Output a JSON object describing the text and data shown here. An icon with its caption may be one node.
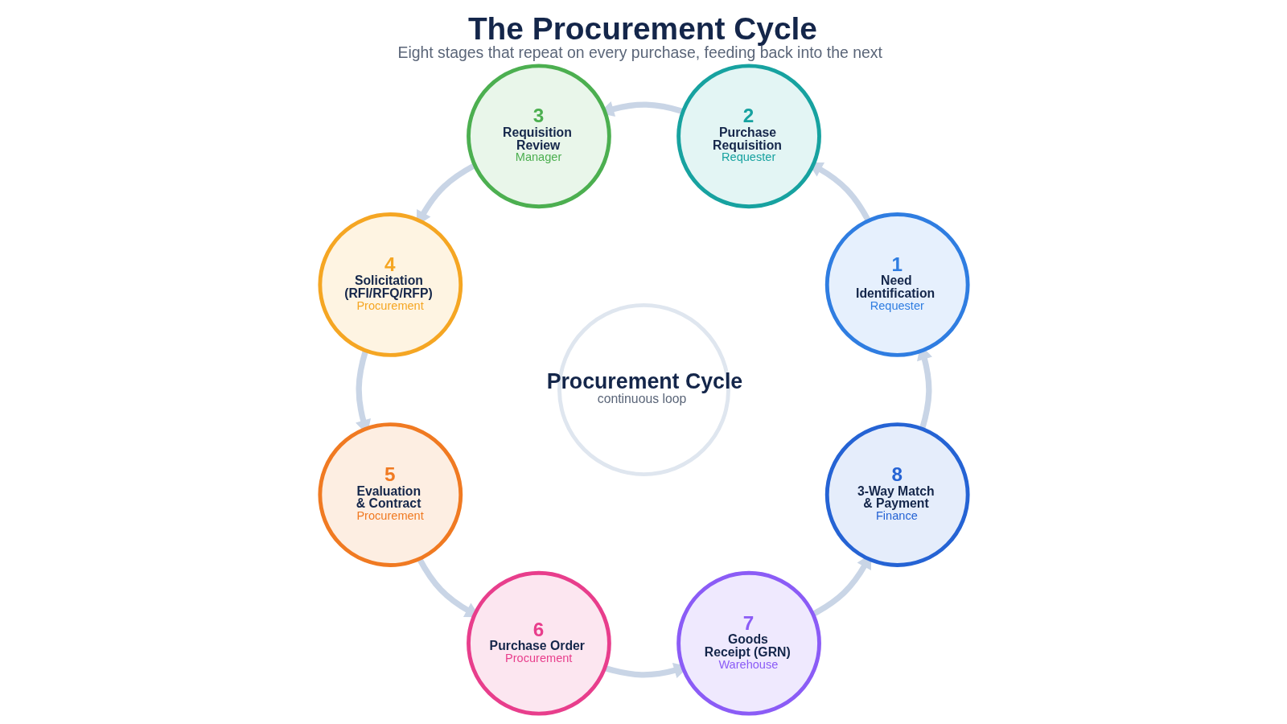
{
  "diagram": {
    "title": "The Procurement Cycle",
    "caption": "Eight stages that repeat on every purchase, feeding back into the next",
    "nodes": [
      {
        "text": [
          "1",
          "Need Identification",
          "Requester"
        ]
      },
      {
        "text": [
          "2",
          "Purchase Requisition",
          "Requester"
        ]
      },
      {
        "text": [
          "3",
          "Requisition Review",
          "Manager"
        ]
      },
      {
        "text": [
          "4",
          "Solicitation (RFI/RFQ/RFP)",
          "Procurement"
        ]
      },
      {
        "text": [
          "5",
          "Evaluation & Contract",
          "Procurement"
        ]
      },
      {
        "text": [
          "6",
          "Purchase Order",
          "Procurement"
        ]
      },
      {
        "text": [
          "7",
          "Goods Receipt (GRN)",
          "Warehouse"
        ]
      },
      {
        "text": [
          "8",
          "3-Way Match & Payment",
          "Finance"
        ]
      },
      {
        "text": [
          "Procurement Cycle",
          "continuous loop"
        ]
      }
    ],
    "edges": [
      {
        "from": 0,
        "to": 1,
        "arrow": "to"
      },
      {
        "from": 1,
        "to": 2,
        "arrow": "to"
      },
      {
        "from": 2,
        "to": 3,
        "arrow": "to"
      },
      {
        "from": 3,
        "to": 4,
        "arrow": "to"
      },
      {
        "from": 4,
        "to": 5,
        "arrow": "to"
      },
      {
        "from": 5,
        "to": 6,
        "arrow": "to"
      },
      {
        "from": 6,
        "to": 7,
        "arrow": "to"
      },
      {
        "from": 7,
        "to": 0,
        "arrow": "to"
      }
    ]
  }
}
